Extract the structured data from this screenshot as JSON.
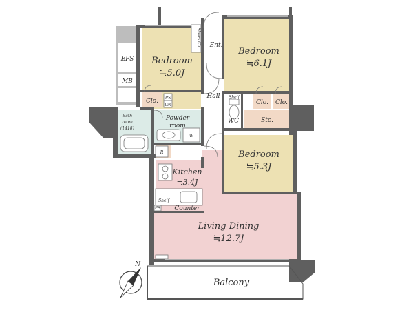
{
  "colors": {
    "bedroom": "#ede1b3",
    "living": "#f2d2d2",
    "wet": "#dcebe7",
    "closet": "#f2d9c6",
    "hall": "#ffffff",
    "wall": "#5f5f5f"
  },
  "rooms": {
    "bedroom1": {
      "name": "Bedroom",
      "size": "≒5.0J"
    },
    "bedroom2": {
      "name": "Bedroom",
      "size": "≒6.1J"
    },
    "bedroom3": {
      "name": "Bedroom",
      "size": "≒5.3J"
    },
    "kitchen": {
      "name": "Kitchen",
      "size": "≒3.4J"
    },
    "living": {
      "name": "Living Dining",
      "size": "≒12.7J"
    },
    "powder": {
      "line1": "Powder",
      "line2": "room"
    },
    "bath": {
      "line1": "Bath",
      "line2": "room",
      "line3": "(1418)"
    }
  },
  "labels": {
    "eps": "EPS",
    "mb": "MB",
    "ent": "Ent.",
    "shoe": "Shoes Clo.",
    "hall": "Hall",
    "clo1": "Clo.",
    "clo2": "Clo.",
    "clo3": "Clo.",
    "ps1": "PS",
    "ps2": "PS",
    "lin": "Lin",
    "shelf1": "Shelf",
    "shelf2": "Shelf",
    "wc": "WC",
    "sto": "Sto.",
    "w": "W",
    "r": "R",
    "counter": "Counter",
    "balcony": "Balcony",
    "north": "N"
  }
}
